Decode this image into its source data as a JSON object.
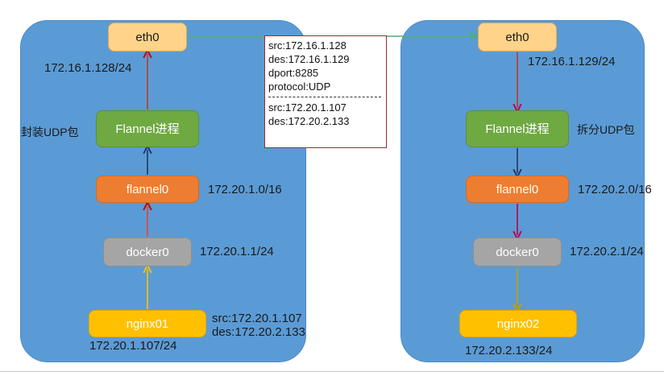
{
  "diagram": {
    "title": "Flannel UDP backend packet flow between two hosts",
    "colors": {
      "host_panel": "#5b9bd5",
      "eth0": "#ffd38a",
      "flannel_process": "#6fa942",
      "flannel0": "#ed7d31",
      "docker0": "#a5a5a5",
      "nginx": "#ffc000",
      "callout_border": "#9e2a2a",
      "tunnel_line": "#4caf7d"
    }
  },
  "left_host": {
    "nodes": {
      "eth0": "eth0",
      "flannel_process": "Flannel进程",
      "flannel0": "flannel0",
      "docker0": "docker0",
      "container": "nginx01"
    },
    "labels": {
      "eth0_ip": "172.16.1.128/24",
      "action": "封装UDP包",
      "flannel0_ip": "172.20.1.0/16",
      "docker0_ip": "172.20.1.1/24",
      "container_ip": "172.20.1.107/24",
      "container_src": "src:172.20.1.107",
      "container_des": "des:172.20.2.133"
    }
  },
  "right_host": {
    "nodes": {
      "eth0": "eth0",
      "flannel_process": "Flannel进程",
      "flannel0": "flannel0",
      "docker0": "docker0",
      "container": "nginx02"
    },
    "labels": {
      "eth0_ip": "172.16.1.129/24",
      "action": "拆分UDP包",
      "flannel0_ip": "172.20.2.0/16",
      "docker0_ip": "172.20.2.1/24",
      "container_ip": "172.20.2.133/24"
    }
  },
  "packet_callout": {
    "outer": [
      "src:172.16.1.128",
      "des:172.16.1.129",
      "dport:8285",
      "protocol:UDP"
    ],
    "inner": [
      "src:172.20.1.107",
      "des:172.20.2.133"
    ]
  }
}
